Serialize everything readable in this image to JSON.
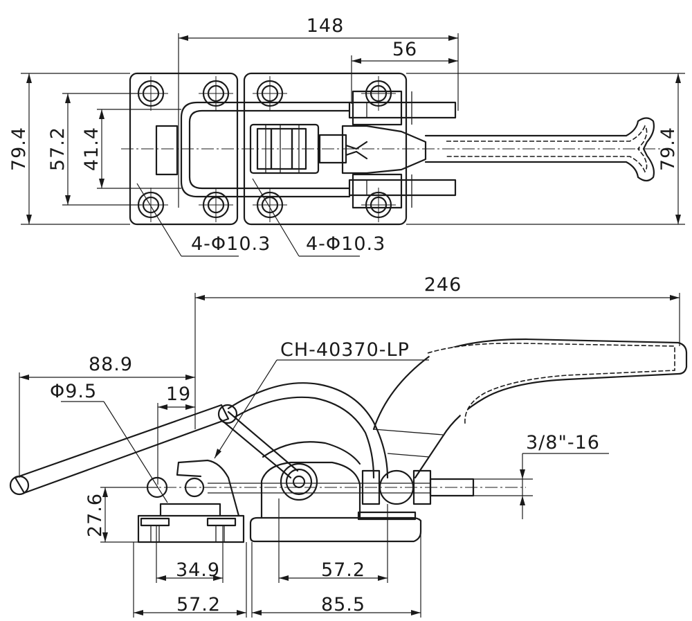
{
  "top_view": {
    "overall_length": "148",
    "handle_offset": "56",
    "width_left": "79.4",
    "width_right": "79.4",
    "hole_spacing": "57.2",
    "inner_width": "41.4",
    "hole_note_left": "4-Φ10.3",
    "hole_note_right": "4-Φ10.3"
  },
  "side_view": {
    "total_length": "246",
    "model": "CH-40370-LP",
    "reach": "88.9",
    "pin_diameter": "Φ9.5",
    "pin_offset": "19",
    "height": "27.6",
    "thread": "3/8\"-16",
    "keeper_hole_spacing": "34.9",
    "keeper_width": "57.2",
    "base_hole_spacing": "57.2",
    "base_width": "85.5"
  }
}
